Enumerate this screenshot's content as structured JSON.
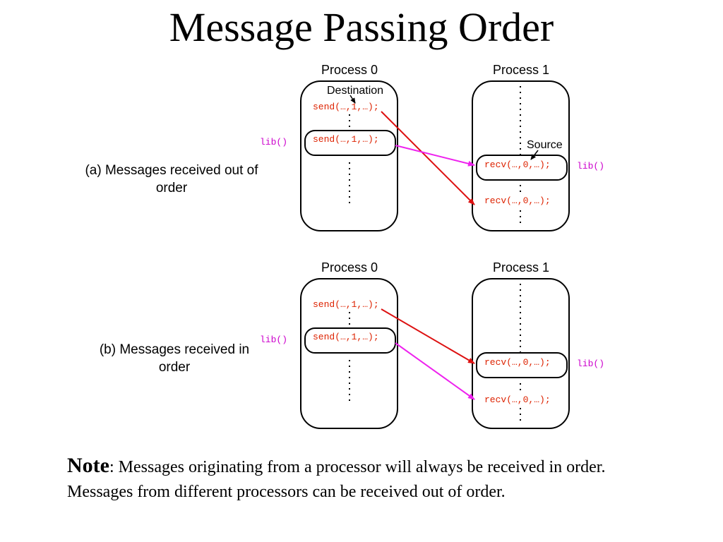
{
  "title": "Message Passing Order",
  "colors": {
    "send_text": "#dd2200",
    "recv_text": "#dd2200",
    "lib_text": "#cc00cc",
    "arrow_red": "#dd1111",
    "arrow_magenta": "#ee22ee"
  },
  "labels": {
    "process0": "Process 0",
    "process1": "Process 1",
    "destination": "Destination",
    "source": "Source",
    "send_call": "send(…,1,…);",
    "recv_call": "recv(…,0,…);",
    "lib_call": "lib()"
  },
  "scenarios": {
    "a": "(a) Messages received out of order",
    "b": "(b) Messages received in order"
  },
  "note": {
    "label": "Note",
    "text": ": Messages originating from a processor will always be received in order. Messages from different processors can be received out of order."
  }
}
